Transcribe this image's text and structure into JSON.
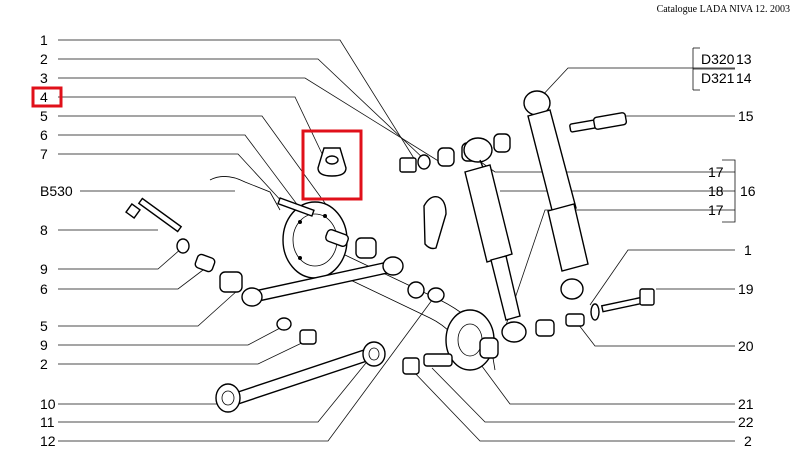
{
  "header": {
    "catalogue": "Catalogue LADA NIVA 12. 2003"
  },
  "callouts_left": [
    "1",
    "2",
    "3",
    "4",
    "5",
    "6",
    "7",
    "B530",
    "8",
    "9",
    "6",
    "5",
    "9",
    "2",
    "10",
    "11",
    "12"
  ],
  "callouts_right": [
    "13",
    "14",
    "15",
    "17",
    "18",
    "17",
    "16",
    "1",
    "19",
    "20",
    "21",
    "22",
    "2"
  ],
  "bracket_labels": [
    "D320",
    "D321"
  ],
  "highlight": {
    "callout": "4",
    "color": "#e0101a"
  }
}
